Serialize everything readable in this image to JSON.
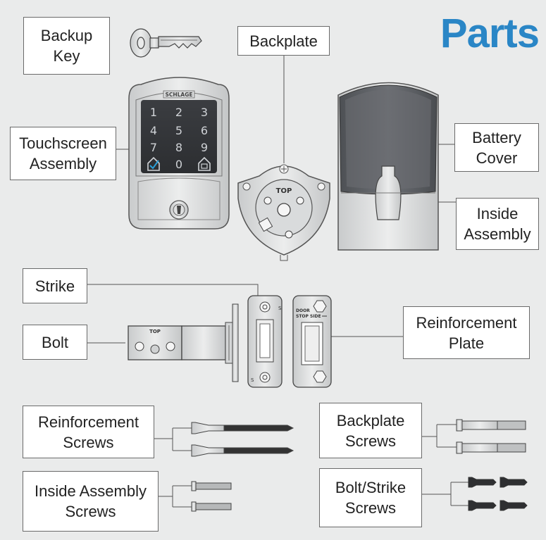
{
  "title": "Parts",
  "brand": "SCHLAGE",
  "keypad_digits": [
    "1",
    "2",
    "3",
    "4",
    "5",
    "6",
    "7",
    "8",
    "9",
    "0"
  ],
  "backplate_mark": "TOP",
  "bolt_mark": "TOP",
  "strike_marks": [
    "S",
    "S"
  ],
  "reinforcement_marks": {
    "door_stop": "DOOR\nSTOP",
    "side": "SIDE"
  },
  "labels": {
    "backup_key": "Backup\nKey",
    "backplate": "Backplate",
    "touchscreen_assembly": "Touchscreen\nAssembly",
    "battery_cover": "Battery\nCover",
    "inside_assembly": "Inside\nAssembly",
    "strike": "Strike",
    "bolt": "Bolt",
    "reinforcement_plate": "Reinforcement\nPlate",
    "reinforcement_screws": "Reinforcement\nScrews",
    "backplate_screws": "Backplate\nScrews",
    "inside_assembly_screws": "Inside Assembly\nScrews",
    "bolt_strike_screws": "Bolt/Strike\nScrews"
  },
  "colors": {
    "accent": "#2a86c6",
    "background": "#eaebeb",
    "line": "#555555"
  }
}
